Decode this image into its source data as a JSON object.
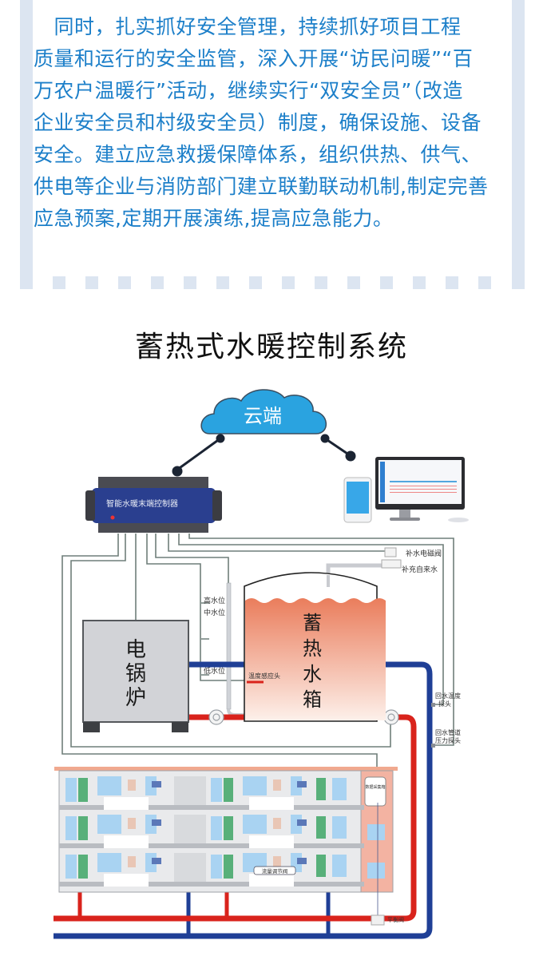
{
  "article": {
    "paragraph_lines": [
      "　同时，扎实抓好安全管理，持续抓好项目工程",
      "质量和运行的安全监管，深入开展“访民问暖”“百",
      "万农户温暖行”活动，继续实行“双安全员”（改造",
      "企业安全员和村级安全员）制度，确保设施、设备",
      "安全。建立应急救援保障体系，组织供热、供气、",
      "供电等企业与消防部门建立联勤联动机制,制定完善",
      "应急预案,定期开展演练,提高应急能力。"
    ],
    "text_color": "#1c7fc9",
    "frame_color": "#dce5f1"
  },
  "diagram": {
    "title": "蓄热式水暖控制系统",
    "cloud_label": "云端",
    "controller_label": "智能水暖末端控制器",
    "boiler_label": [
      "电",
      "锅",
      "炉"
    ],
    "tank_label": [
      "蓄",
      "热",
      "水",
      "箱"
    ],
    "labels": {
      "makeup_valve": "补水电磁阀",
      "makeup_water": "补充自来水",
      "high_level": "高水位",
      "mid_level": "中水位",
      "low_level": "低水位",
      "temp_sensor": "温度感应头",
      "return_temp_probe_1": "回水温度",
      "return_temp_probe_2": "探头",
      "return_pressure_probe_1": "回水管道",
      "return_pressure_probe_2": "压力探头",
      "data_box": "数据采集箱",
      "flow_valve": "流量调节阀",
      "balance_valve": "平衡阀"
    },
    "colors": {
      "hot_pipe": "#d9231c",
      "return_pipe": "#1f3f96",
      "cloud": "#2aa3e0",
      "controller": "#2a3f8f",
      "tank_top": "#ea7d5c",
      "boiler": "#d2d3d7"
    }
  }
}
